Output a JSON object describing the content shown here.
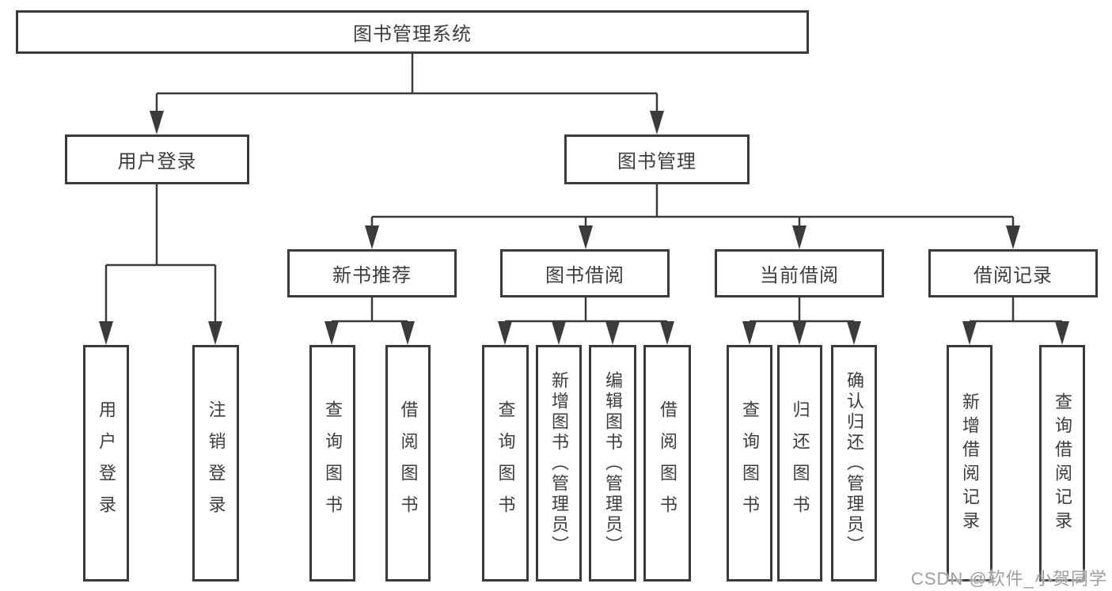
{
  "diagram": {
    "root": {
      "label": "图书管理系统"
    },
    "level2": [
      {
        "label": "用户登录"
      },
      {
        "label": "图书管理"
      }
    ],
    "level3": [
      {
        "label": "新书推荐"
      },
      {
        "label": "图书借阅"
      },
      {
        "label": "当前借阅"
      },
      {
        "label": "借阅记录"
      }
    ],
    "leaves": {
      "user_login": [
        "用户登录",
        "注销登录"
      ],
      "new_books": [
        "查询图书",
        "借阅图书"
      ],
      "book_borrow": [
        "查询图书",
        "新增图书（管理员）",
        "编辑图书（管理员）",
        "借阅图书"
      ],
      "current_borrow": [
        "查询图书",
        "归还图书",
        "确认归还（管理员）"
      ],
      "borrow_records": [
        "新增借阅记录",
        "查询借阅记录"
      ]
    },
    "colors": {
      "line": "#3b3b3b",
      "text": "#3d3d3d",
      "background": "#ffffff",
      "watermark": "#9e9e9e"
    }
  },
  "watermark": {
    "text": "CSDN @软件_小贺同学"
  }
}
